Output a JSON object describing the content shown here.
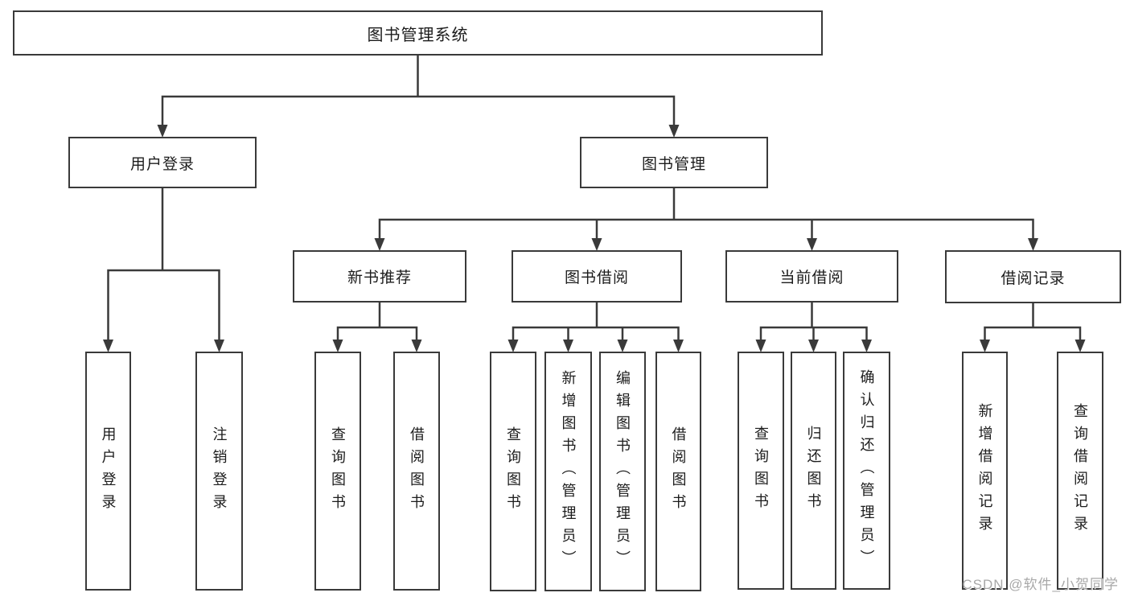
{
  "colors": {
    "line": "#3a3a3a",
    "box_border": "#3a3a3a",
    "text": "#1c1c1c",
    "watermark": "#a8a8a8",
    "background": "#ffffff"
  },
  "watermark": {
    "text": "CSDN @软件_小贺同学"
  },
  "diagram": {
    "type": "hierarchy-tree",
    "nodes": {
      "root": {
        "label": "图书管理系统"
      },
      "user_login": {
        "label": "用户登录"
      },
      "book_mgmt": {
        "label": "图书管理"
      },
      "new_book": {
        "label": "新书推荐"
      },
      "book_borrow": {
        "label": "图书借阅"
      },
      "cur_borrow": {
        "label": "当前借阅"
      },
      "borrow_rec": {
        "label": "借阅记录"
      },
      "ul_login": {
        "label": "用户登录"
      },
      "ul_logout": {
        "label": "注销登录"
      },
      "nb_query": {
        "label": "查询图书"
      },
      "nb_borrow": {
        "label": "借阅图书"
      },
      "bb_query": {
        "label": "查询图书"
      },
      "bb_add": {
        "label": "新增图书（管理员）"
      },
      "bb_edit": {
        "label": "编辑图书（管理员）"
      },
      "bb_borrow": {
        "label": "借阅图书"
      },
      "cb_query": {
        "label": "查询图书"
      },
      "cb_return": {
        "label": "归还图书"
      },
      "cb_confirm": {
        "label": "确认归还（管理员）"
      },
      "br_add": {
        "label": "新增借阅记录"
      },
      "br_query": {
        "label": "查询借阅记录"
      }
    },
    "edges": [
      {
        "from": "root",
        "to": [
          "user_login",
          "book_mgmt"
        ]
      },
      {
        "from": "user_login",
        "to": [
          "ul_login",
          "ul_logout"
        ]
      },
      {
        "from": "book_mgmt",
        "to": [
          "new_book",
          "book_borrow",
          "cur_borrow",
          "borrow_rec"
        ]
      },
      {
        "from": "new_book",
        "to": [
          "nb_query",
          "nb_borrow"
        ]
      },
      {
        "from": "book_borrow",
        "to": [
          "bb_query",
          "bb_add",
          "bb_edit",
          "bb_borrow"
        ]
      },
      {
        "from": "cur_borrow",
        "to": [
          "cb_query",
          "cb_return",
          "cb_confirm"
        ]
      },
      {
        "from": "borrow_rec",
        "to": [
          "br_add",
          "br_query"
        ]
      }
    ]
  }
}
